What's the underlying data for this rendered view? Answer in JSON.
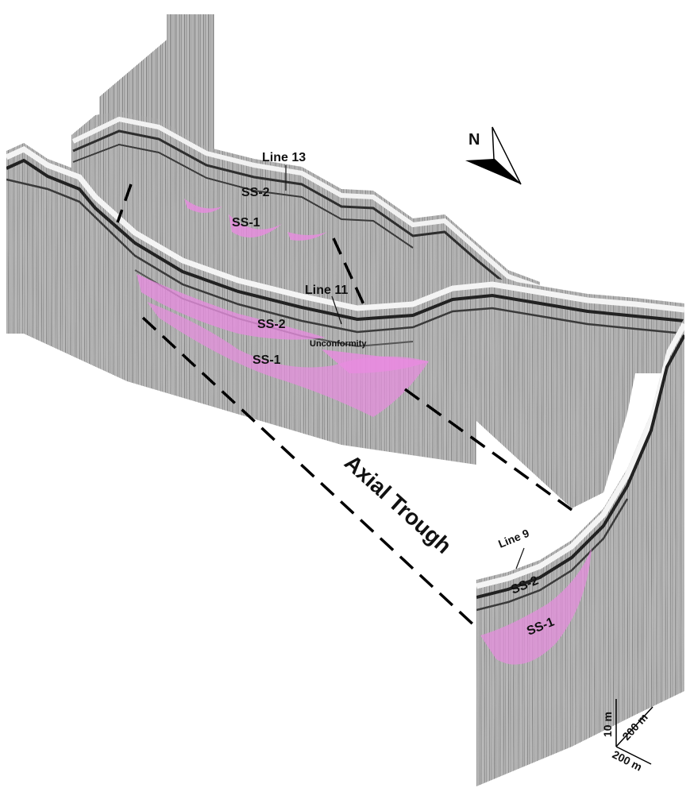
{
  "labels": {
    "line13": "Line 13",
    "line11": "Line 11",
    "line9": "Line 9",
    "ss2_l13": "SS-2",
    "ss1_l13": "SS-1",
    "ss2_l11": "SS-2",
    "ss1_l11": "SS-1",
    "unconformity": "Unconformity",
    "ss2_l9": "SS-2",
    "ss1_l9": "SS-1",
    "axial_trough": "Axial Trough",
    "north": "N"
  },
  "scale": {
    "vertical": "10 m",
    "horizontal_a": "200 m",
    "horizontal_b": "200 m"
  },
  "colors": {
    "sediment_fill": "#e88be0",
    "panel_base": "#b9b9b9",
    "panel_dark": "#2a2a2a",
    "seafloor_bright": "#f4f4f4",
    "trough_line": "#000000"
  }
}
